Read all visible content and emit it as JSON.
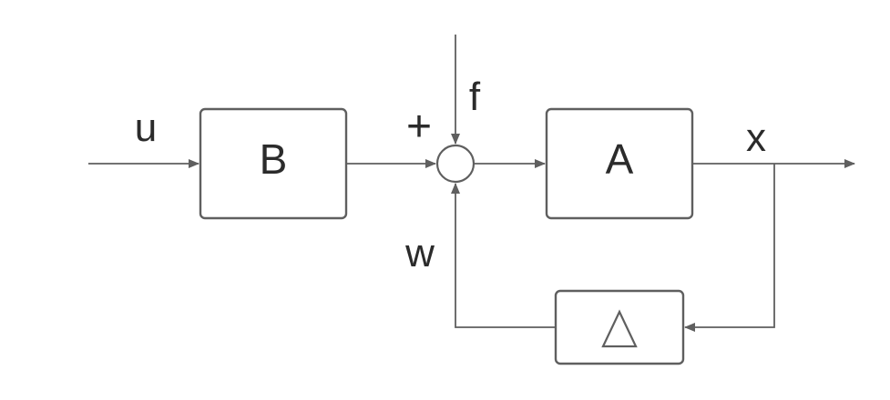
{
  "diagram": {
    "blocks": {
      "b": "B",
      "a": "A"
    },
    "signals": {
      "input": "u",
      "disturbance": "f",
      "output": "x",
      "feedback": "w"
    },
    "summing_sign": "+",
    "colors": {
      "line": "#5f5f5f",
      "text": "#2b2b2b",
      "background": "#ffffff"
    }
  }
}
